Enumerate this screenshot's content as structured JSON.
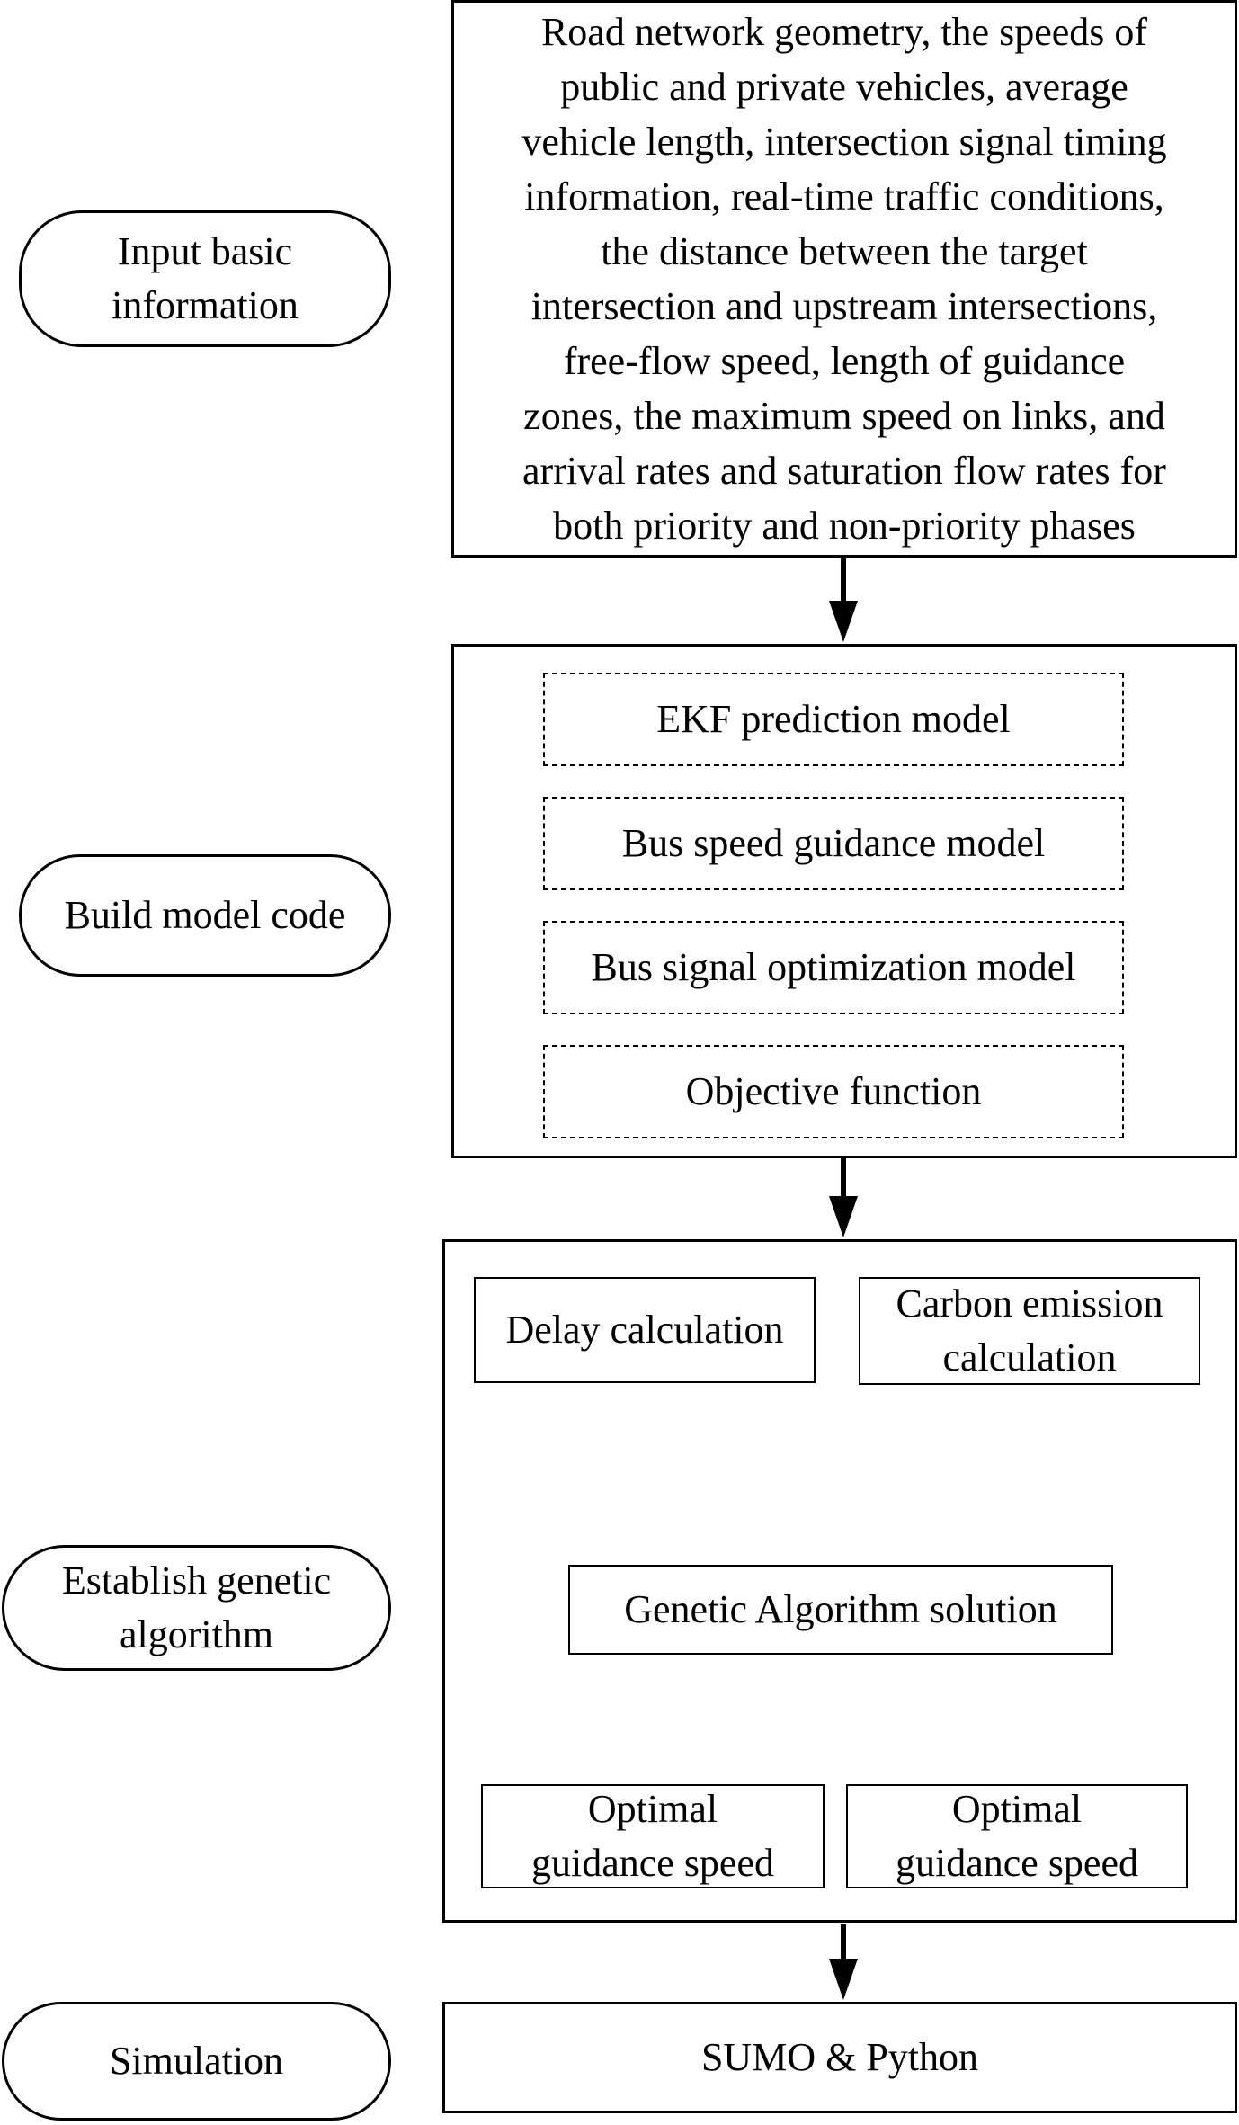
{
  "stages": {
    "input": "Input basic\ninformation",
    "build": "Build model code",
    "genetic": "Establish  genetic\nalgorithm",
    "simulation": "Simulation"
  },
  "input_box": {
    "text": "Road network geometry, the speeds of\npublic and private vehicles, average\nvehicle length, intersection signal timing\ninformation, real-time traffic conditions,\nthe distance between the target\nintersection and upstream intersections,\nfree-flow speed, length of guidance\nzones, the maximum speed on links, and\narrival rates and saturation flow rates for\nboth priority and non-priority phases"
  },
  "models": [
    "EKF prediction model",
    "Bus speed guidance model",
    "Bus signal optimization model",
    "Objective function"
  ],
  "ga": {
    "delay": "Delay calculation",
    "carbon": "Carbon emission\ncalculation",
    "solution": "Genetic Algorithm solution",
    "out_left": "Optimal\nguidance speed",
    "out_right": "Optimal\nguidance speed"
  },
  "simulation_box": "SUMO & Python"
}
